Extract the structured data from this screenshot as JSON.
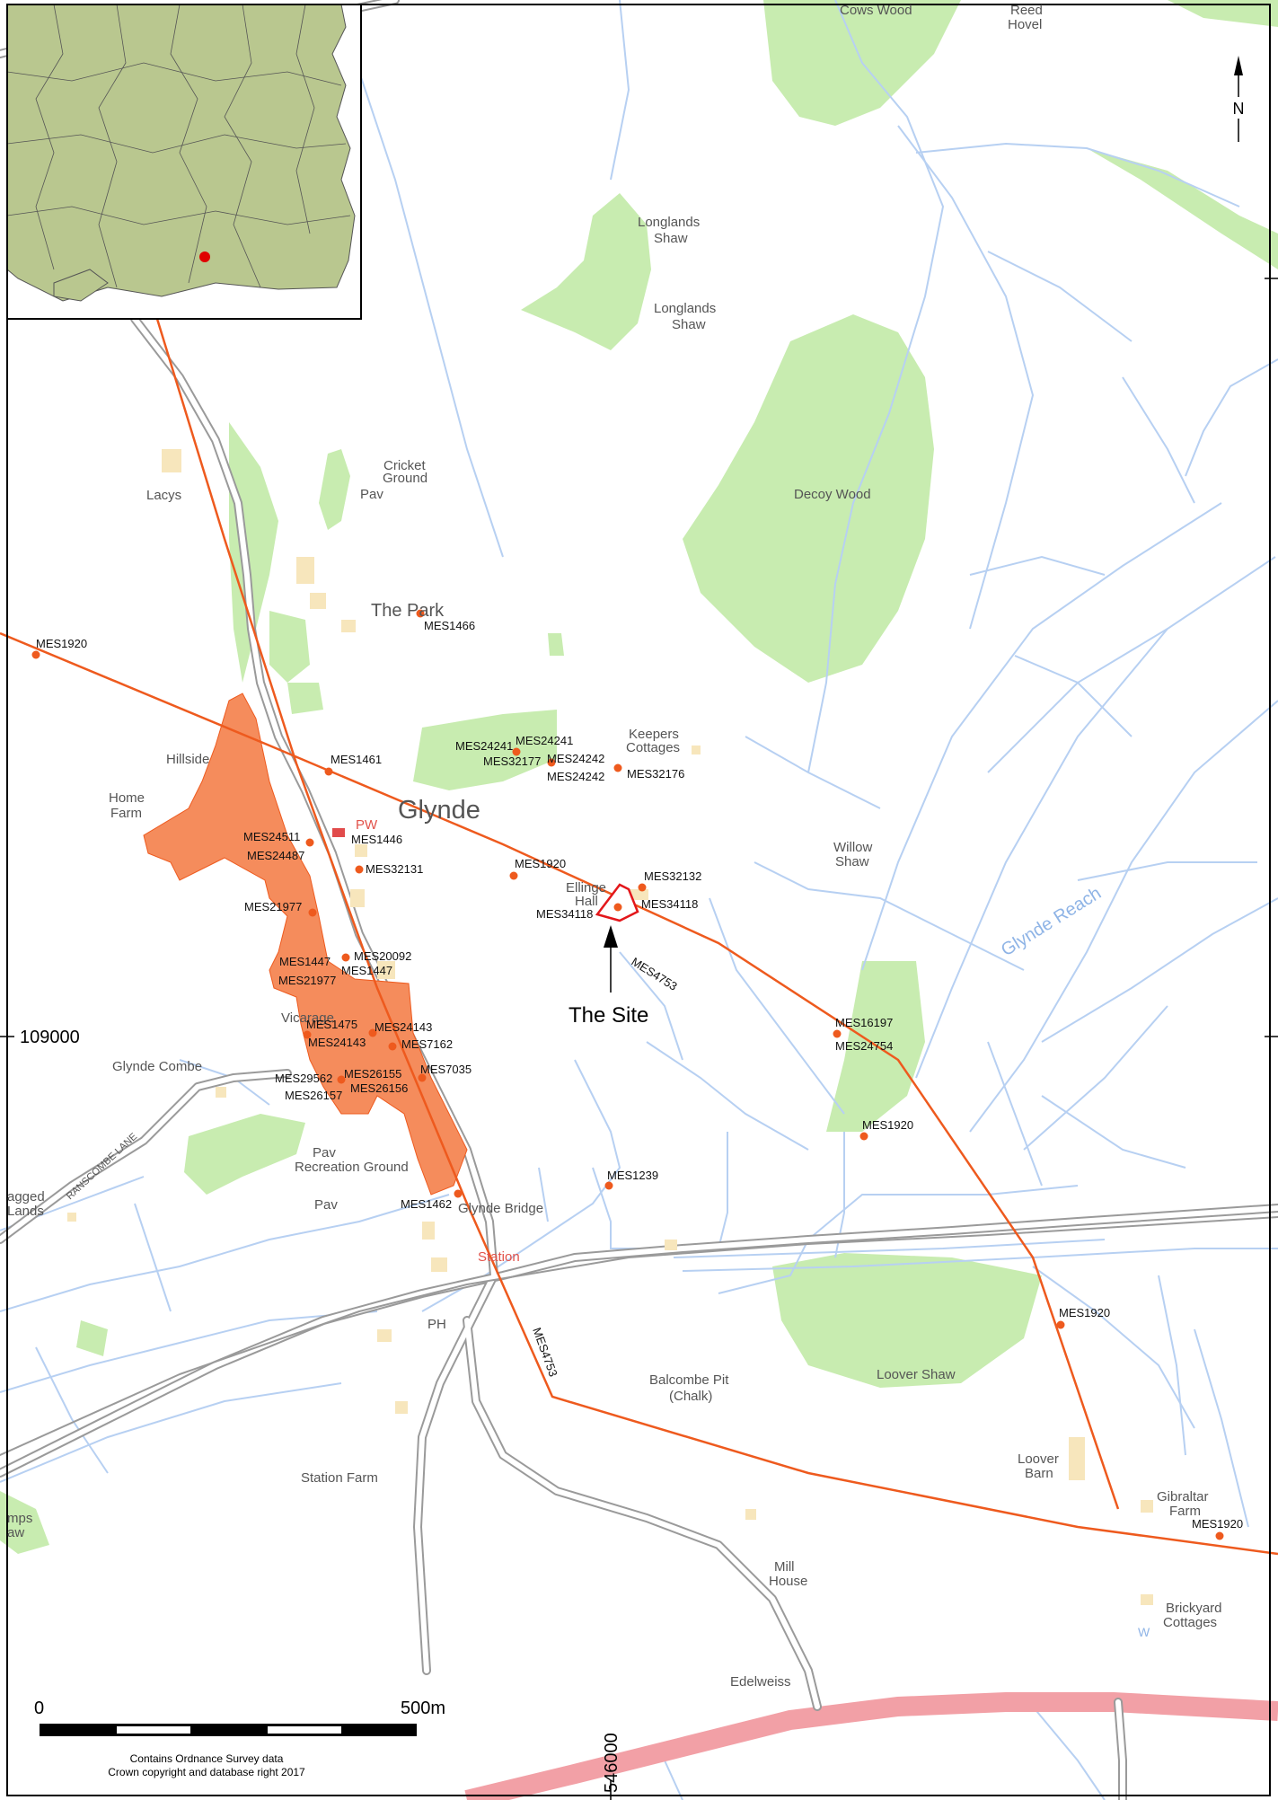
{
  "colors": {
    "woodland": "#c8ecb0",
    "water": "#b7d0f2",
    "road_casing": "#9a9a9a",
    "road_fill": "#ffffff",
    "buildings": "#f7e6bc",
    "conservation_area": "#f58c5c",
    "route": "#ee5a1e",
    "site_outline": "#e3171b",
    "major_road": "#f2a0a6",
    "inset_land": "#b9c78f",
    "inset_dot": "#e00000"
  },
  "north_label": "N",
  "site_label": "The Site",
  "coords": {
    "northing": "109000",
    "easting": "546000"
  },
  "scale": {
    "start": "0",
    "end": "500m"
  },
  "credit": {
    "line1": "Contains Ordnance Survey data",
    "line2": "Crown copyright and database right 2017"
  },
  "places": {
    "cows_wood": "Cows Wood",
    "reed_hovel_1": "Reed",
    "reed_hovel_2": "Hovel",
    "longlands1_a": "Longlands",
    "longlands1_b": "Shaw",
    "longlands2_a": "Longlands",
    "longlands2_b": "Shaw",
    "cricket_a": "Cricket",
    "cricket_b": "Ground",
    "pav1": "Pav",
    "lacys": "Lacys",
    "decoy": "Decoy Wood",
    "park": "The Park",
    "keepers_a": "Keepers",
    "keepers_b": "Cottages",
    "hillside": "Hillside",
    "home_a": "Home",
    "home_b": "Farm",
    "pw": "PW",
    "glynde": "Glynde",
    "willow_a": "Willow",
    "willow_b": "Shaw",
    "ellinge_a": "Ellinge",
    "ellinge_b": "Hall",
    "glynde_reach": "Glynde Reach",
    "vicarage": "Vicarage",
    "combe": "Glynde Combe",
    "pav2": "Pav",
    "recreation": "Recreation Ground",
    "pav3": "Pav",
    "ransombe": "RANSCOMBE LANE",
    "ragged_a": "agged",
    "ragged_b": "Lands",
    "bridge": "Glynde Bridge",
    "station": "Station",
    "ph": "PH",
    "balcombe_a": "Balcombe Pit",
    "balcombe_b": "(Chalk)",
    "loover_shaw": "Loover Shaw",
    "loover_barn_a": "Loover",
    "loover_barn_b": "Barn",
    "gibraltar_a": "Gibraltar",
    "gibraltar_b": "Farm",
    "station_farm": "Station Farm",
    "mill_a": "Mill",
    "mill_b": "House",
    "brickyard_a": "Brickyard",
    "brickyard_b": "Cottages",
    "w": "W",
    "edelweiss": "Edelweiss",
    "imps_a": "mps",
    "imps_b": "aw",
    "mes4753_a": "MES4753",
    "mes4753_b": "MES4753"
  },
  "mes": {
    "m1466": "MES1466",
    "m1920a": "MES1920",
    "m1461": "MES1461",
    "m24241a": "MES24241",
    "m24241b": "MES24241",
    "m32177": "MES32177",
    "m24242a": "MES24242",
    "m24242b": "MES24242",
    "m32176": "MES32176",
    "m24511": "MES24511",
    "m24487": "MES24487",
    "m1446": "MES1446",
    "m32131": "MES32131",
    "m1920b": "MES1920",
    "m32132": "MES32132",
    "m34118a": "MES34118",
    "m34118b": "MES34118",
    "m21977a": "MES21977",
    "m1447a": "MES1447",
    "m20092": "MES20092",
    "m1447b": "MES1447",
    "m21977b": "MES21977",
    "m1475": "MES1475",
    "m24143a": "MES24143",
    "m24143b": "MES24143",
    "m7162": "MES7162",
    "m29562": "MES29562",
    "m26155": "MES26155",
    "m26156": "MES26156",
    "m7035": "MES7035",
    "m26157": "MES26157",
    "m16197": "MES16197",
    "m24754": "MES24754",
    "m1920c": "MES1920",
    "m1239": "MES1239",
    "m1462": "MES1462",
    "m1920d": "MES1920",
    "m1920e": "MES1920"
  }
}
